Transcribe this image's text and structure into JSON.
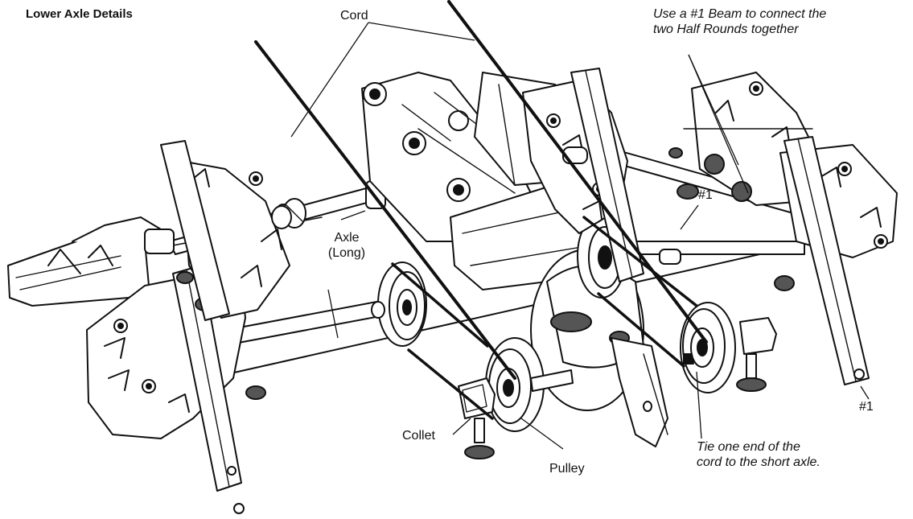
{
  "title": "Lower Axle Details",
  "labels": {
    "cord": "Cord",
    "beam_note_line1": "Use a #1 Beam to connect the",
    "beam_note_line2": "two Half Rounds together",
    "beam_tag_center": "#1",
    "axle_line1": "Axle",
    "axle_line2": "(Long)",
    "beam_tag_right": "#1",
    "collet": "Collet",
    "pulley": "Pulley",
    "tie_note_line1": "Tie one end of the",
    "tie_note_line2": "cord to the short axle."
  },
  "colors": {
    "ink": "#111111",
    "body_fill": "#ffffff",
    "shade": "#d9d9d9",
    "knurl": "#555555"
  }
}
